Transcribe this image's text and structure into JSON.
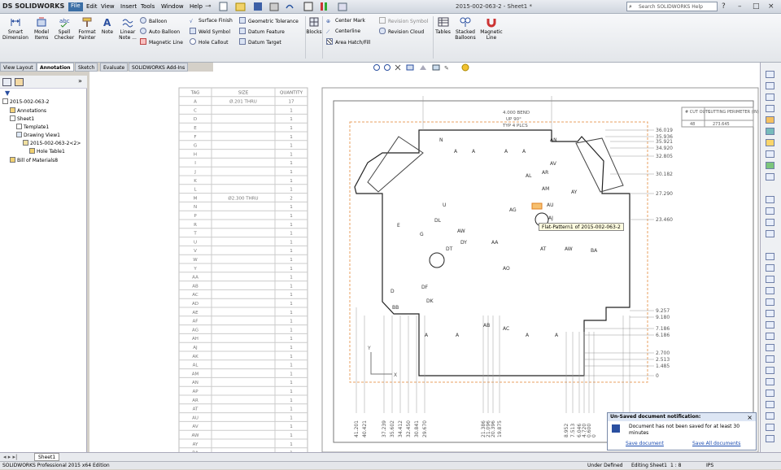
{
  "titlebar": {
    "logo_a": "DS",
    "logo_b": "SOLIDWORKS",
    "menus": [
      "File",
      "Edit",
      "View",
      "Insert",
      "Tools",
      "Window",
      "Help"
    ],
    "doc_title": "2015-002-063-2 - Sheet1 *",
    "help_search_placeholder": "Search SOLIDWORKS Help"
  },
  "ribbon": {
    "smart_dimension": "Smart Dimension",
    "model_items": "Model Items",
    "spell_checker": "Spell Checker",
    "format_painter": "Format Painter",
    "note": "Note",
    "linear_note": "Linear Note ...",
    "balloon": "Balloon",
    "auto_balloon": "Auto Balloon",
    "magnetic_line": "Magnetic Line",
    "surface_finish": "Surface Finish",
    "weld_symbol": "Weld Symbol",
    "hole_callout": "Hole Callout",
    "geometric_tolerance": "Geometric Tolerance",
    "datum_feature": "Datum Feature",
    "datum_target": "Datum Target",
    "blocks": "Blocks",
    "center_mark": "Center Mark",
    "centerline": "Centerline",
    "area_hatch": "Area Hatch/Fill",
    "revision_symbol": "Revision Symbol",
    "revision_cloud": "Revision Cloud",
    "tables": "Tables",
    "stacked_balloons": "Stacked Balloons",
    "magnetic_line2": "Magnetic Line"
  },
  "tabs": [
    "View Layout",
    "Annotation",
    "Sketch",
    "Evaluate",
    "SOLIDWORKS Add-Ins"
  ],
  "tree": {
    "root": "2015-002-063-2",
    "annotations": "Annotations",
    "sheet": "Sheet1",
    "template": "Template1",
    "drawing_view": "Drawing View1",
    "part": "2015-002-063-2<2>",
    "hole_table": "Hole Table1",
    "bom": "Bill of Materials8"
  },
  "hole_table": {
    "headers": [
      "TAG",
      "SIZE",
      "QUANTITY"
    ],
    "rows": [
      [
        "A",
        "Ø.201 THRU",
        "17"
      ],
      [
        "C",
        "",
        "1"
      ],
      [
        "D",
        "",
        "1"
      ],
      [
        "E",
        "",
        "1"
      ],
      [
        "F",
        "",
        "1"
      ],
      [
        "G",
        "",
        "1"
      ],
      [
        "H",
        "",
        "1"
      ],
      [
        "I",
        "",
        "1"
      ],
      [
        "J",
        "",
        "1"
      ],
      [
        "K",
        "",
        "1"
      ],
      [
        "L",
        "",
        "1"
      ],
      [
        "M",
        "Ø2.300 THRU",
        "2"
      ],
      [
        "N",
        "",
        "1"
      ],
      [
        "P",
        "",
        "1"
      ],
      [
        "R",
        "",
        "1"
      ],
      [
        "T",
        "",
        "1"
      ],
      [
        "U",
        "",
        "1"
      ],
      [
        "V",
        "",
        "1"
      ],
      [
        "W",
        "",
        "1"
      ],
      [
        "Y",
        "",
        "1"
      ],
      [
        "AA",
        "",
        "1"
      ],
      [
        "AB",
        "",
        "1"
      ],
      [
        "AC",
        "",
        "1"
      ],
      [
        "AD",
        "",
        "1"
      ],
      [
        "AE",
        "",
        "1"
      ],
      [
        "AF",
        "",
        "1"
      ],
      [
        "AG",
        "",
        "1"
      ],
      [
        "AH",
        "",
        "1"
      ],
      [
        "AJ",
        "",
        "1"
      ],
      [
        "AK",
        "",
        "1"
      ],
      [
        "AL",
        "",
        "1"
      ],
      [
        "AM",
        "",
        "1"
      ],
      [
        "AN",
        "",
        "1"
      ],
      [
        "AP",
        "",
        "1"
      ],
      [
        "AR",
        "",
        "1"
      ],
      [
        "AT",
        "",
        "1"
      ],
      [
        "AU",
        "",
        "1"
      ],
      [
        "AV",
        "",
        "1"
      ],
      [
        "AW",
        "",
        "1"
      ],
      [
        "AY",
        "",
        "1"
      ],
      [
        "BA",
        "",
        "1"
      ]
    ]
  },
  "bom_header": [
    "# CUT OUTS",
    "CUTTING PERIMETER (IN)"
  ],
  "bom_row": [
    "48",
    "273.645"
  ],
  "bend_note": [
    "4.000 BEND",
    "UP 90°",
    "TYP 4 PLCS"
  ],
  "right_dims": [
    "36.019",
    "35.936",
    "35.921",
    "34.920",
    "32.805",
    "30.182",
    "27.290",
    "23.460",
    "9.257",
    "9.180",
    "7.186",
    "6.186",
    "2.700",
    "2.513",
    "1.485",
    "0"
  ],
  "bottom_dims": [
    "41.201",
    "40.421",
    "37.239",
    "35.602",
    "34.412",
    "32.450",
    "30.841",
    "29.670",
    "21.386",
    "21.096",
    "20.396",
    "19.875",
    "8.952",
    "7.513",
    "6.046",
    "4.720",
    "0.600",
    "0"
  ],
  "tooltip": "Flat-Pattern1 of 2015-002-063-2",
  "notification": {
    "title": "Un-Saved document notification:",
    "message": "Document has not been saved for at least 30 minutes",
    "save": "Save document",
    "save_all": "Save All documents"
  },
  "sheet_tab": "Sheet1",
  "status": {
    "edition": "SOLIDWORKS Professional 2015 x64 Edition",
    "defined": "Under Defined",
    "editing": "Editing Sheet1",
    "scale": "1 : 8",
    "units": "IPS"
  }
}
